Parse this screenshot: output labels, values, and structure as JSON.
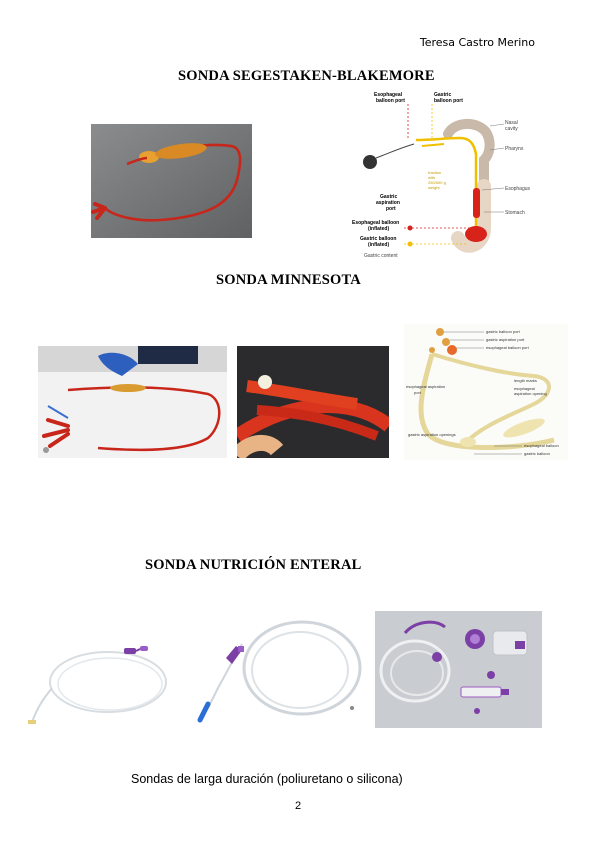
{
  "header": {
    "author": "Teresa Castro Merino"
  },
  "sections": {
    "segestaken": {
      "title": "SONDA SEGESTAKEN-BLAKEMORE",
      "diagram_labels": {
        "esophageal_port": [
          "Esophageal",
          "balloon port"
        ],
        "gastric_port": [
          "Gastric",
          "balloon port"
        ],
        "nasal": [
          "Nasal",
          "cavity"
        ],
        "pharynx": "Pharynx",
        "esophagus": "Esophagus",
        "stomach": "Stomach",
        "aspiration": [
          "Gastric",
          "aspiration",
          "port"
        ],
        "esoph_inflated": [
          "Esophageal balloon",
          "(inflated)"
        ],
        "gastric_inflated": [
          "Gastric balloon",
          "(inflated)"
        ],
        "gastric_content": "Gastric content",
        "traction": [
          "traction",
          "with",
          "250/500 g",
          "weight"
        ]
      }
    },
    "minnesota": {
      "title": "SONDA MINNESOTA",
      "diagram_labels": {
        "gastric_port": "gastric balloon port",
        "gastric_asp_port": "gastric aspiration port",
        "esoph_port": "esophageal balloon port",
        "esoph_asp_port": [
          "esophageal aspiration",
          "port"
        ],
        "length_marks": "length marks",
        "esoph_asp_opening": [
          "esophageal",
          "aspiration opening"
        ],
        "gastric_asp_openings": "gastric aspiration openings",
        "esoph_balloon": "esophageal balloon",
        "gastric_balloon": "gastric balloon"
      }
    },
    "enteral": {
      "title": "SONDA NUTRICIÓN ENTERAL",
      "caption": "Sondas de larga duración (poliuretano o silicona)"
    }
  },
  "footer": {
    "page_number": "2"
  },
  "colors": {
    "tube_red": "#c8261b",
    "balloon_orange": "#e39a2a",
    "enteral_purple": "#7b3fa6",
    "tube_yellow": "#f0c000"
  }
}
